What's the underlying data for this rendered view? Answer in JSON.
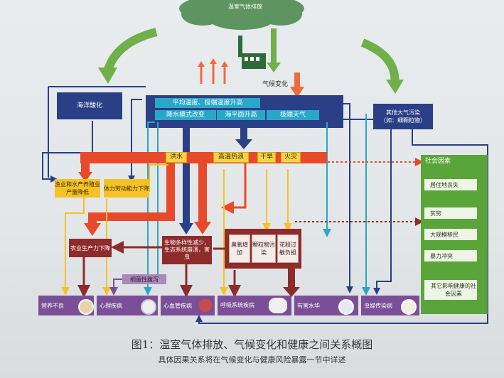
{
  "top": {
    "cloud": "温室气体排放",
    "climate": "气候变化"
  },
  "header": {
    "ocean_acid": "海洋酸化",
    "temp": "平均温度、极端温度升高",
    "rain": "降水模式改变",
    "sea": "海平面升高",
    "extreme": "极端天气",
    "other_pollution": "其他大气污染\n（如：细颗粒物）"
  },
  "hazards": {
    "flood": "洪水",
    "heat": "高温热浪",
    "drought": "干旱",
    "fire": "火灾"
  },
  "mid": {
    "fishery": "渔业和水产养殖业产量降低",
    "labor": "体力劳动能力下降",
    "agri": "农业生产力下降",
    "bio": "生物多样性减少，生态系统崩溃，害虫",
    "ozone": "臭氧增加",
    "particle": "颗粒物污染",
    "pollen": "花粉过敏负担",
    "diarrhea": "细菌性腹泻"
  },
  "social": {
    "title": "社会因素",
    "items": [
      "居住地丧失",
      "贫穷",
      "大规模移民",
      "暴力冲突",
      "其它影响健康的社会因素"
    ]
  },
  "outcomes": [
    "营养不良",
    "心理疾病",
    "心血管疾病",
    "呼吸系统疾病",
    "有害水华",
    "虫媒传染病"
  ],
  "caption": {
    "title": "图1：温室气体排放、气候变化和健康之间关系概图",
    "subtitle": "具体因果关系将在气候变化与健康风险暴露一节中详述"
  },
  "colors": {
    "navy": "#2a3f85",
    "teal": "#2aa7c8",
    "orange": "#e8492a",
    "yellow": "#f5c225",
    "maroon": "#8e2b2b",
    "purple": "#7b4f98",
    "green": "#5aa53a"
  },
  "icons": [
    "plate-icon",
    "brain-gears-icon",
    "heart-icon",
    "lungs-icon",
    "bacteria-icon",
    "tick-icon"
  ]
}
